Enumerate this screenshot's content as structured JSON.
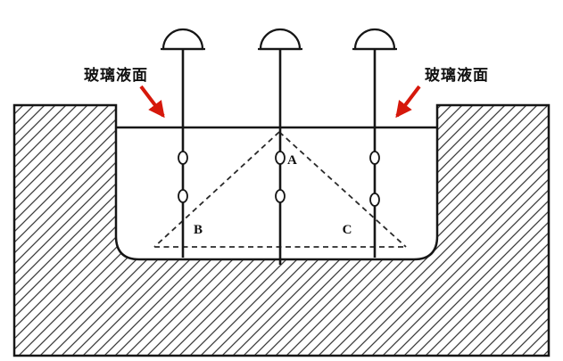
{
  "diagram": {
    "labels": {
      "surface_left": "玻璃液面",
      "surface_right": "玻璃液面",
      "point_a": "A",
      "point_b": "B",
      "point_c": "C"
    },
    "colors": {
      "arrow_red": "#d6180b",
      "ink": "#161616",
      "background": "#ffffff"
    }
  }
}
